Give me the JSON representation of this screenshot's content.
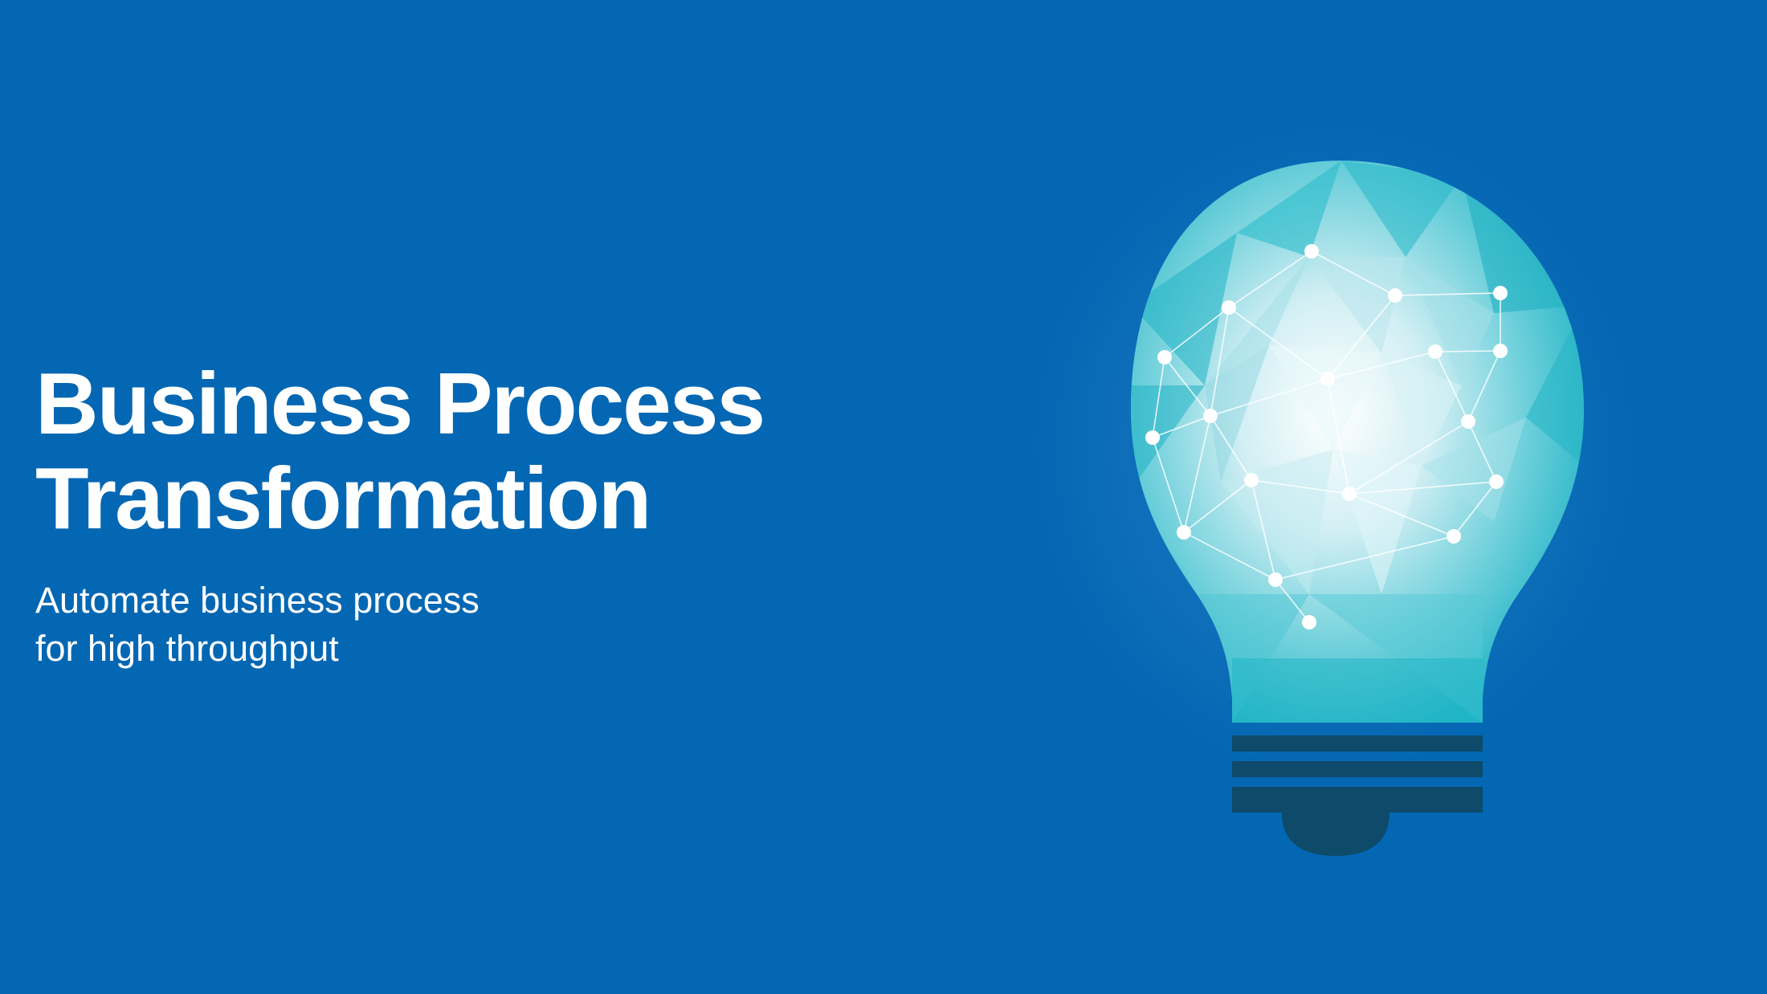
{
  "hero": {
    "title_line_1": "Business Process",
    "title_line_2": "Transformation",
    "subtitle_line_1": "Automate business process",
    "subtitle_line_2": "for high throughput"
  },
  "illustration": {
    "icon": "lightbulb-icon",
    "description_colors": {
      "background": "#0467b3",
      "bulb_glass": "#3cc3cf",
      "bulb_highlight": "#eaf8fb",
      "bulb_base": "#0e4a6a",
      "network_nodes": "#ffffff"
    }
  }
}
